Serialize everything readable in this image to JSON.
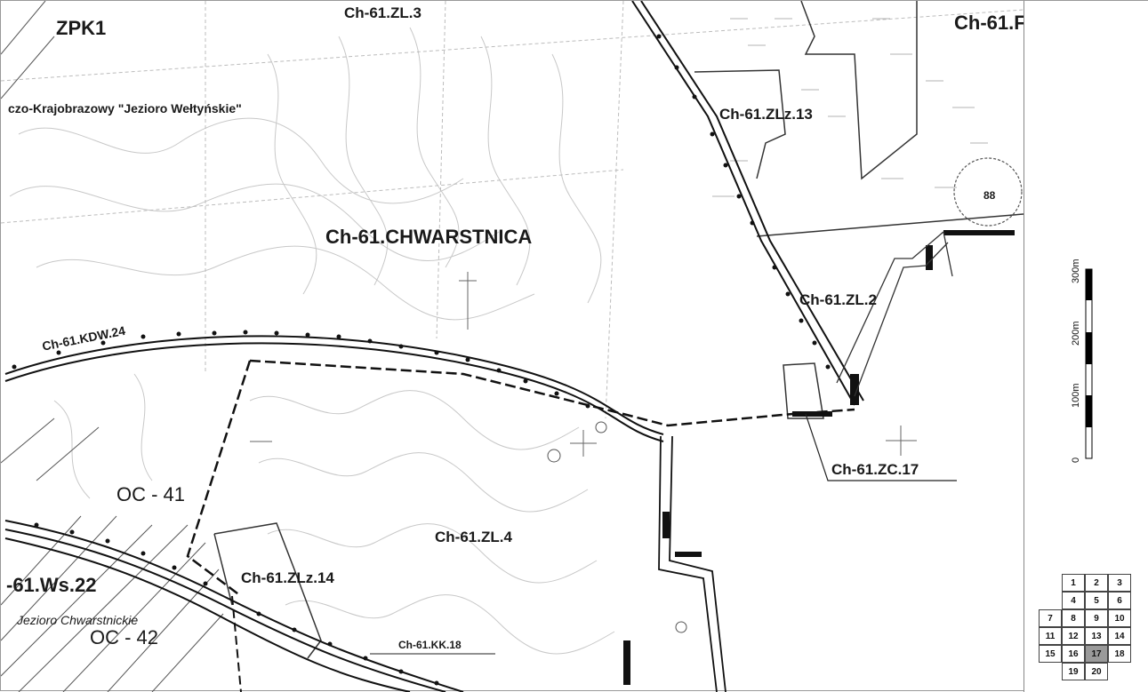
{
  "labels": {
    "zpk": "ZPK1",
    "zl3": "Ch-61.ZL.3",
    "top_right": "Ch-61.F",
    "park": "czo-Krajobrazowy \"Jezioro Wełtyńskie\"",
    "zlz13": "Ch-61.ZLz.13",
    "chwarstnica": "Ch-61.CHWARSTNICA",
    "num88": "88",
    "zl2": "Ch-61.ZL.2",
    "kdw24": "Ch-61.KDW.24",
    "zc17": "Ch-61.ZC.17",
    "oc41": "OC - 41",
    "zl4": "Ch-61.ZL.4",
    "ws22": "-61.Ws.22",
    "zlz14": "Ch-61.ZLz.14",
    "lake": "Jezioro Chwarstnickie",
    "oc42": "OC - 42",
    "kk18": "Ch-61.KK.18"
  },
  "scale_bar": {
    "ticks": [
      "0",
      "100m",
      "200m",
      "300m"
    ],
    "fill": "#000000"
  },
  "index_grid": {
    "cells": [
      "1",
      "2",
      "3",
      "4",
      "5",
      "6",
      "7",
      "8",
      "9",
      "10",
      "11",
      "12",
      "13",
      "14",
      "15",
      "16",
      "17",
      "18",
      "19",
      "20"
    ],
    "active": "17",
    "active_color": "#9a9a9a"
  }
}
